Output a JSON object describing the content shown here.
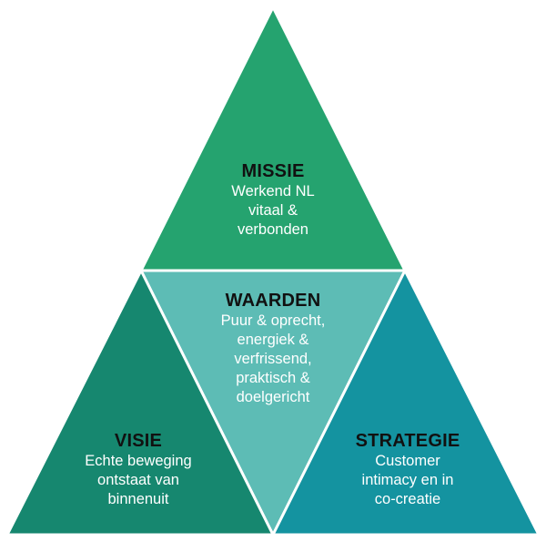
{
  "colors": {
    "missie": "#25a36f",
    "waarden": "#5dbcb5",
    "visie": "#16876f",
    "strategie": "#1493a0",
    "divider": "#ffffff"
  },
  "missie": {
    "title": "MISSIE",
    "text": "Werkend NL\nvitaal &\nverbonden"
  },
  "waarden": {
    "title": "WAARDEN",
    "text": "Puur & oprecht,\nenergiek &\nverfrissend,\npraktisch &\ndoelgericht"
  },
  "visie": {
    "title": "VISIE",
    "text": "Echte beweging\nontstaat van\nbinnenuit"
  },
  "strategie": {
    "title": "STRATEGIE",
    "text": "Customer\nintimacy en in\nco-creatie"
  }
}
